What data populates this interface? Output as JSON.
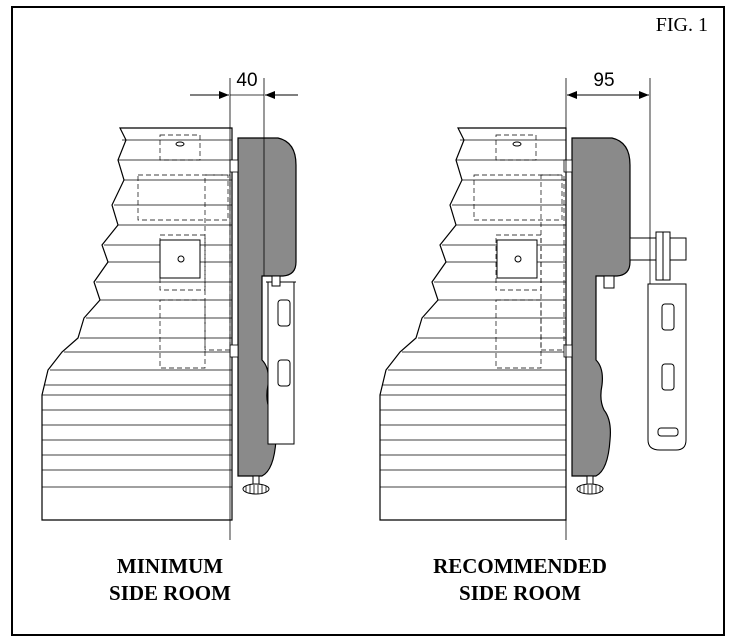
{
  "figure": {
    "label": "FIG. 1"
  },
  "left_view": {
    "dimension": "40",
    "caption_line1": "MINIMUM",
    "caption_line2": "SIDE ROOM"
  },
  "right_view": {
    "dimension": "95",
    "caption_line1": "RECOMMENDED",
    "caption_line2": "SIDE ROOM"
  },
  "colors": {
    "panel_fill": "#8a8a8a",
    "line": "#000000",
    "background": "#ffffff"
  }
}
